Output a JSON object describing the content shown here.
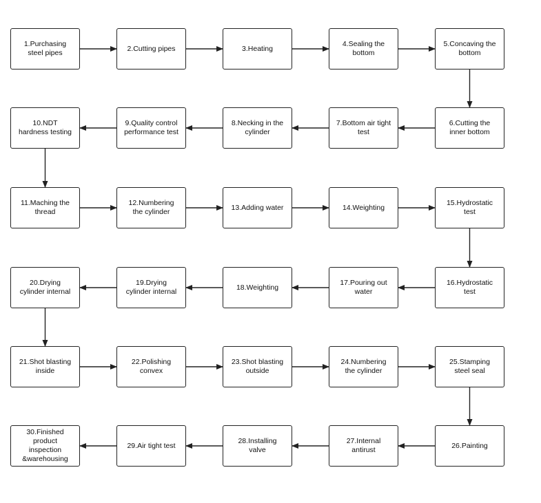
{
  "steps": [
    "1.Purchasing\nsteel pipes",
    "2.Cutting pipes",
    "3.Heating",
    "4.Sealing the\nbottom",
    "5.Concaving the\nbottom",
    "6.Cutting the\ninner bottom",
    "7.Bottom air tight\ntest",
    "8.Necking in the\ncylinder",
    "9.Quality control\nperformance test",
    "10.NDT\nhardness testing",
    "11.Maching the\nthread",
    "12.Numbering\nthe cylinder",
    "13.Adding water",
    "14.Weighting",
    "15.Hydrostatic\ntest",
    "16.Hydrostatic\ntest",
    "17.Pouring out\nwater",
    "18.Weighting",
    "19.Drying\ncylinder internal",
    "20.Drying\ncylinder internal",
    "21.Shot blasting\ninside",
    "22.Polishing\nconvex",
    "23.Shot blasting\noutside",
    "24.Numbering\nthe cylinder",
    "25.Stamping\nsteel seal",
    "26.Painting",
    "27.Internal\nantirust",
    "28.Installing\nvalve",
    "29.Air tight test",
    "30.Finished\nproduct\ninspection\n&warehousing"
  ],
  "colors": {
    "stroke": "#222222",
    "text": "#111111",
    "background": "#ffffff"
  }
}
